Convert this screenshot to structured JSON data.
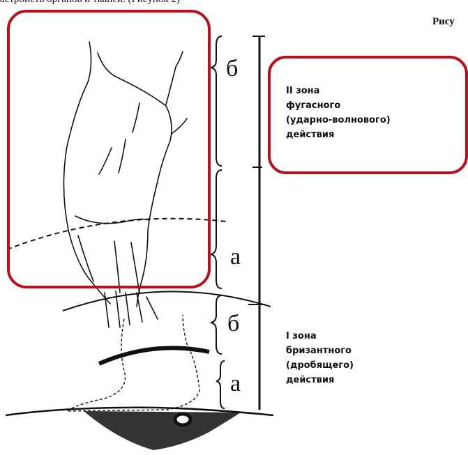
{
  "header": {
    "caption_fragment": "астройств органов и тканей. (Рисунок 2)",
    "figure_label": "Рису"
  },
  "letters": {
    "upper_b": "б",
    "upper_a": "а",
    "lower_b": "б",
    "lower_a": "а"
  },
  "zone2": {
    "line1": "II зона",
    "line2": "фугасного",
    "line3": "(ударно-волнового)",
    "line4": "действия"
  },
  "zone1": {
    "line1": "I зона",
    "line2": "бризантного",
    "line3": "(дробящего)",
    "line4": "действия"
  },
  "colors": {
    "highlight_frame": "#b5121b",
    "ink": "#111111"
  }
}
